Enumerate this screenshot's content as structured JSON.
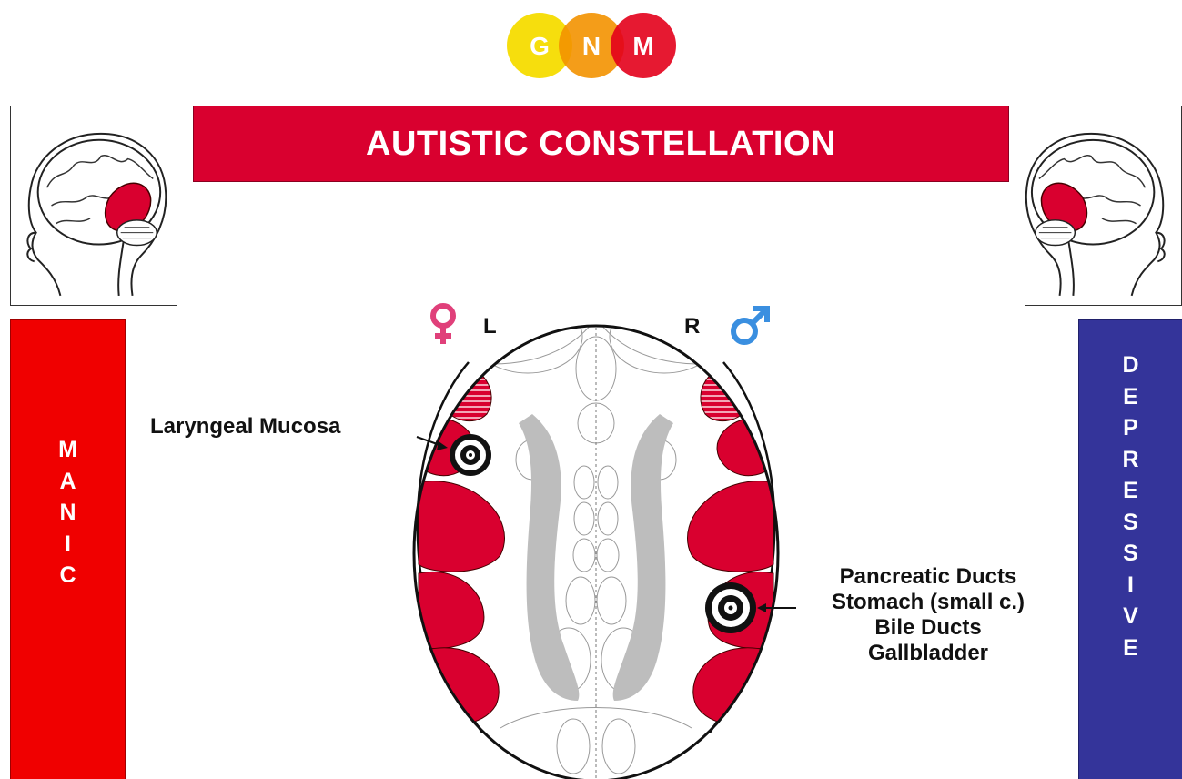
{
  "logo": {
    "letters": [
      "G",
      "N",
      "M"
    ],
    "colors": [
      "#f5dc00",
      "#f39200",
      "#e3001b"
    ]
  },
  "banner": {
    "title": "AUTISTIC CONSTELLATION"
  },
  "manic": {
    "letters": [
      "M",
      "A",
      "N",
      "I",
      "C"
    ],
    "color": "#f00000"
  },
  "depressive": {
    "letters": [
      "D",
      "E",
      "P",
      "R",
      "E",
      "S",
      "S",
      "I",
      "V",
      "E"
    ],
    "color": "#34349a"
  },
  "sides": {
    "left": "L",
    "right": "R"
  },
  "labels": {
    "laryngeal": "Laryngeal Mucosa",
    "organs": [
      "Pancreatic Ducts",
      "Stomach (small c.)",
      "Bile Ducts",
      "Gallbladder"
    ]
  },
  "colors": {
    "relay_red": "#d9002f",
    "symbol_female": "#e0407a",
    "symbol_male": "#3a8fe0",
    "ventricle_gray": "#bdbdbd"
  }
}
